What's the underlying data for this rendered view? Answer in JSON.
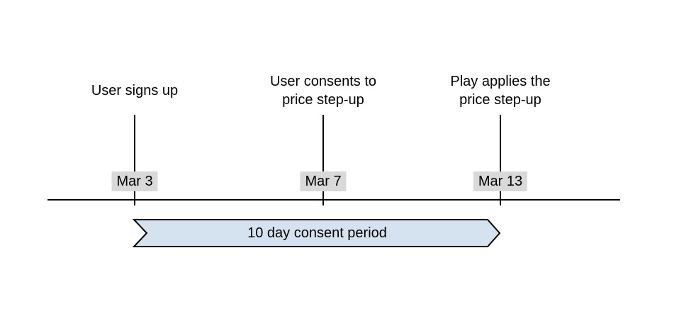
{
  "timeline": {
    "milestones": [
      {
        "label": "User signs up",
        "date": "Mar 3"
      },
      {
        "label": "User consents to\nprice step-up",
        "date": "Mar 7"
      },
      {
        "label": "Play applies the\nprice step-up",
        "date": "Mar 13"
      }
    ],
    "period_label": "10 day consent period"
  },
  "colors": {
    "banner_fill": "#d5e3f0",
    "banner_stroke": "#000000",
    "date_badge_bg": "#d9d9d9",
    "axis_line": "#000000",
    "text": "#000000"
  }
}
